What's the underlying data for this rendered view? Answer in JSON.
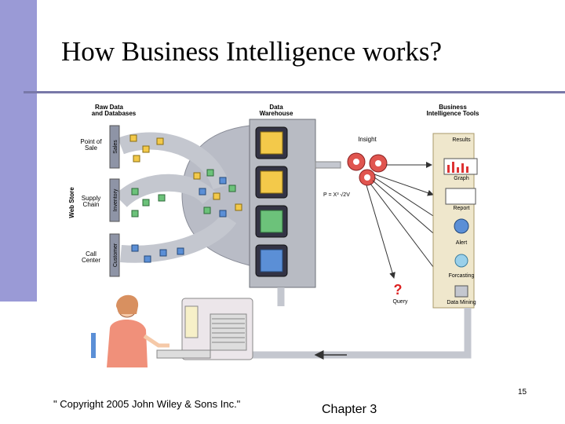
{
  "slide": {
    "title": "How Business Intelligence works?",
    "copyright": "\" Copyright 2005 John Wiley & Sons Inc.\"",
    "chapter": "Chapter 3",
    "page_number": "15"
  },
  "diagram": {
    "headers": {
      "raw_data_line1": "Raw Data",
      "raw_data_line2": "and Databases",
      "warehouse_line1": "Data",
      "warehouse_line2": "Warehouse",
      "bi_tools_line1": "Business",
      "bi_tools_line2": "Intelligence Tools"
    },
    "webstore_label": "Web Store",
    "sources": [
      {
        "line1": "Point of",
        "line2": "Sale",
        "db_label": "Sales"
      },
      {
        "line1": "Supply",
        "line2": "Chain",
        "db_label": "Inventory"
      },
      {
        "line1": "Call",
        "line2": "Center",
        "db_label": "Customer"
      }
    ],
    "insight_label": "Insight",
    "formula": "P = X³ √2V",
    "query_label": "Query",
    "results_label": "Results",
    "tools": [
      "Graph",
      "Report",
      "Alert",
      "Forcasting",
      "Data Mining"
    ]
  }
}
